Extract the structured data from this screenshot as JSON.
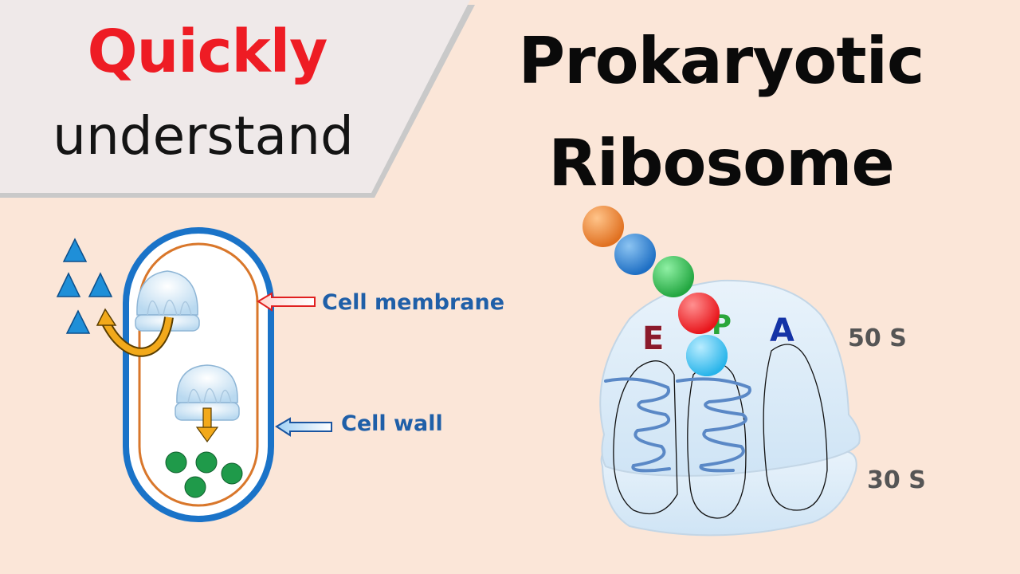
{
  "banner": {
    "line1": "Quickly",
    "line2": "understand"
  },
  "title": {
    "line1": "Prokaryotic",
    "line2": "Ribosome"
  },
  "cell_labels": {
    "membrane": "Cell membrane",
    "wall": "Cell wall"
  },
  "ribosome_labels": {
    "site_e": "E",
    "site_p": "P",
    "site_a": "A",
    "large_subunit": "50 S",
    "small_subunit": "30 S"
  },
  "colors": {
    "quickly": "#ee1c24",
    "cell_wall": "#1a73c8",
    "cell_membrane": "#d9772b",
    "label_blue": "#1f5fa8",
    "site_e": "#8b1a2b",
    "site_p": "#2aa63a",
    "site_a": "#1433a6",
    "amino_acids": [
      "#e07020",
      "#1e6fc4",
      "#22a640",
      "#e8151b",
      "#28b4ea"
    ]
  }
}
